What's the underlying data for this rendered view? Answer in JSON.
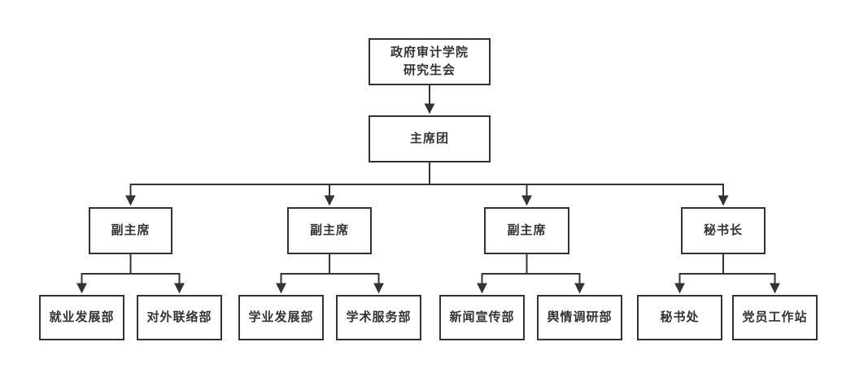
{
  "org": {
    "root": {
      "label": "政府审计学院\n研究生会"
    },
    "presidium": {
      "label": "主席团"
    },
    "level3": [
      {
        "label": "副主席"
      },
      {
        "label": "副主席"
      },
      {
        "label": "副主席"
      },
      {
        "label": "秘书长"
      }
    ],
    "departments": [
      {
        "label": "就业发展部",
        "parent": "副主席"
      },
      {
        "label": "对外联络部",
        "parent": "副主席"
      },
      {
        "label": "学业发展部",
        "parent": "副主席"
      },
      {
        "label": "学术服务部",
        "parent": "副主席"
      },
      {
        "label": "新闻宣传部",
        "parent": "副主席"
      },
      {
        "label": "舆情调研部",
        "parent": "副主席"
      },
      {
        "label": "秘书处",
        "parent": "秘书长"
      },
      {
        "label": "党员工作站",
        "parent": "秘书长"
      }
    ],
    "colors": {
      "line": "#333333",
      "box_border": "#333333",
      "box_fill": "#ffffff",
      "text": "#333333",
      "background": "#ffffff"
    }
  }
}
